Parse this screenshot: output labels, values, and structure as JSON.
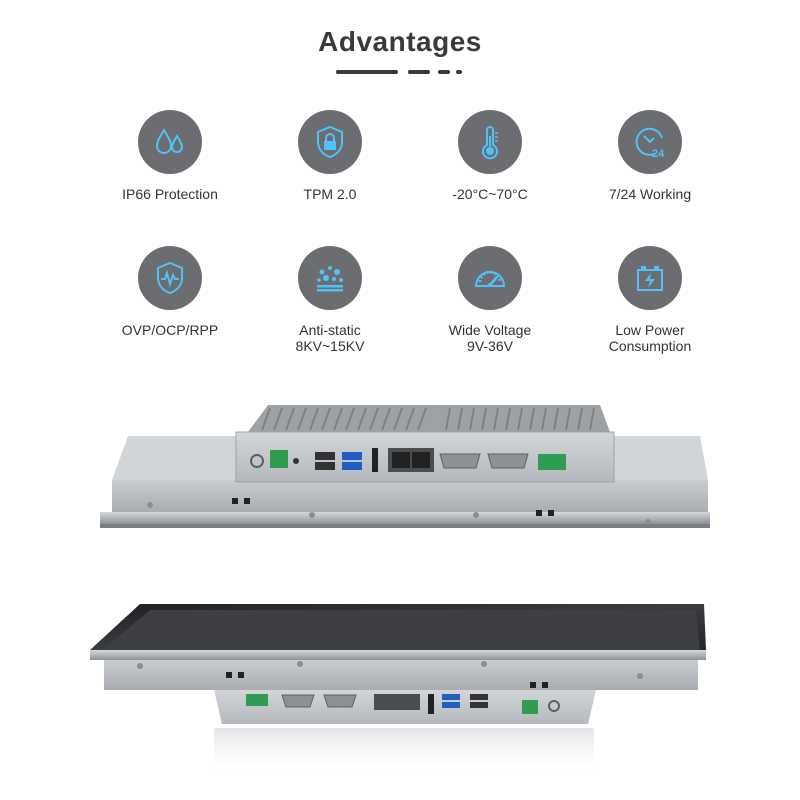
{
  "header": {
    "title": "Advantages"
  },
  "features": [
    {
      "icon": "water-drops-icon",
      "lines": [
        "IP66 Protection"
      ]
    },
    {
      "icon": "shield-lock-icon",
      "lines": [
        "TPM 2.0"
      ]
    },
    {
      "icon": "thermometer-icon",
      "lines": [
        "-20°C~70°C"
      ]
    },
    {
      "icon": "clock-24-icon",
      "lines": [
        "7/24 Working"
      ]
    },
    {
      "icon": "shield-pulse-icon",
      "lines": [
        "OVP/OCP/RPP"
      ]
    },
    {
      "icon": "static-dots-icon",
      "lines": [
        "Anti-static",
        "8KV~15KV"
      ]
    },
    {
      "icon": "gauge-icon",
      "lines": [
        "Wide Voltage",
        "9V-36V"
      ]
    },
    {
      "icon": "battery-icon",
      "lines": [
        "Low Power",
        "Consumption"
      ]
    }
  ],
  "colors": {
    "icon_bg": "#6b6d70",
    "icon_accent": "#4fc3f7",
    "title": "#3a3a3a"
  }
}
